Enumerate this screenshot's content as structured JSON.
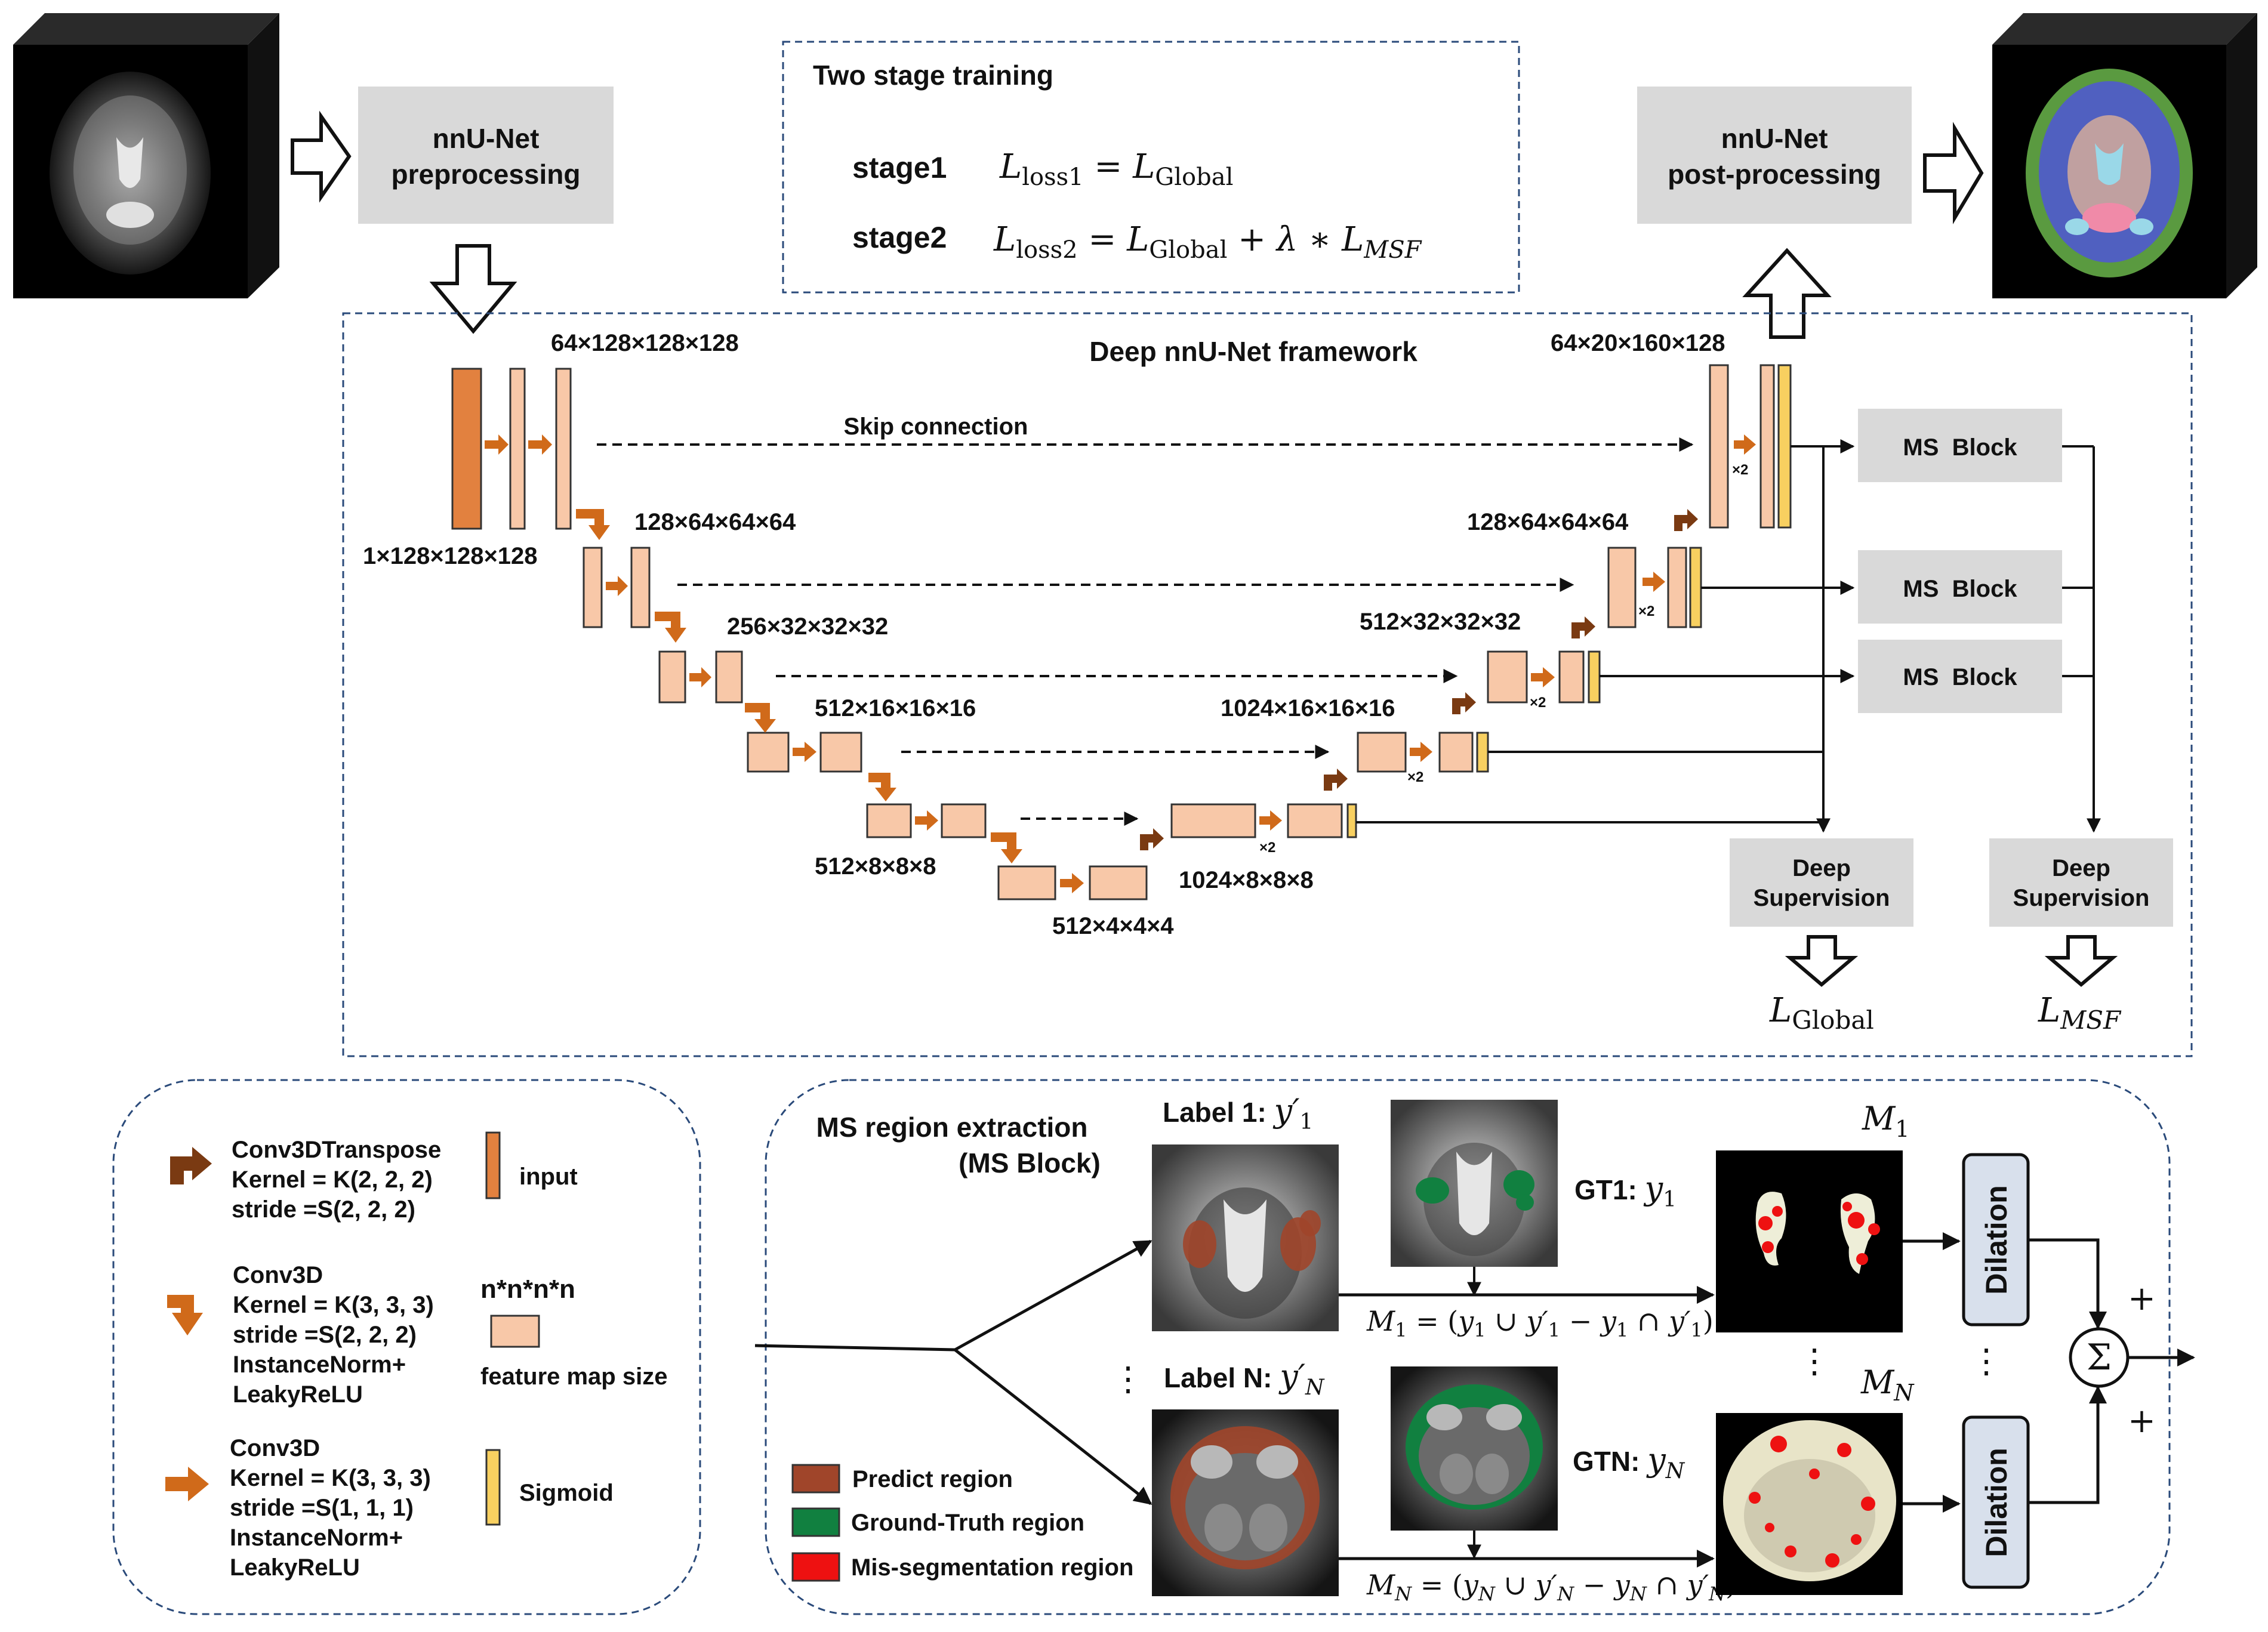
{
  "preprocessing": {
    "line1": "nnU-Net",
    "line2": "preprocessing"
  },
  "postprocessing": {
    "line1": "nnU-Net",
    "line2": "post-processing"
  },
  "training": {
    "title": "Two stage training",
    "stage1_label": "stage1",
    "stage2_label": "stage2",
    "stage1_eq": "L_loss1 = L_Global",
    "stage2_eq": "L_loss2 = L_Global + λ ∗ L_MSF"
  },
  "framework": {
    "title": "Deep nnU-Net framework",
    "skip_label": "Skip connection",
    "sizes": {
      "input": "1×128×128×128",
      "enc1": "64×128×128×128",
      "enc2": "128×64×64×64",
      "enc3": "256×32×32×32",
      "enc4": "512×16×16×16",
      "enc5": "512×8×8×8",
      "bottleneck": "512×4×4×4",
      "dec5": "1024×8×8×8",
      "dec4": "1024×16×16×16",
      "dec3": "512×32×32×32",
      "dec2": "128×64×64×64",
      "dec1": "64×20×160×128"
    },
    "x2": "×2",
    "ms_block": "MS  Block",
    "deep_supervision": {
      "line1": "Deep",
      "line2": "Supervision"
    },
    "loss_global": "L_Global",
    "loss_msf": "L_MSF"
  },
  "legend": {
    "transpose": [
      "Conv3DTranspose",
      "Kernel = K(2, 2, 2)",
      "stride =S(2, 2, 2)"
    ],
    "conv_down": [
      "Conv3D",
      "Kernel = K(3, 3, 3)",
      "stride =S(2, 2, 2)",
      "InstanceNorm+",
      "LeakyReLU"
    ],
    "conv_same": [
      "Conv3D",
      "Kernel = K(3, 3, 3)",
      "stride =S(1, 1, 1)",
      "InstanceNorm+",
      "LeakyReLU"
    ],
    "input": "input",
    "nnnn": "n*n*n*n",
    "feature_map": "feature map size",
    "sigmoid": "Sigmoid"
  },
  "ms_region": {
    "title_line1": "MS region extraction",
    "title_line2": "(MS Block)",
    "label1": "Label 1: y′₁",
    "labelN": "Label N: y′ₙ",
    "gt1": "GT1: y₁",
    "gtn": "GTN: yₙ",
    "m1": "M₁",
    "mn": "Mₙ",
    "m1_eq": "M₁  = (y₁ ∪ y′₁ − y₁ ∩ y′₁)",
    "mn_eq": "Mₙ  = (yₙ ∪ y′ₙ − yₙ ∩ y′ₙ)",
    "dilation": "Dilation",
    "plus": "+",
    "sum": "Σ",
    "vdots": "⋮",
    "legend": [
      {
        "label": "Predict region",
        "color": "#a0452a"
      },
      {
        "label": "Ground-Truth region",
        "color": "#118040"
      },
      {
        "label": "Mis-segmentation region",
        "color": "#ee1111"
      }
    ]
  },
  "colors": {
    "orange": "#e2813f",
    "feature": "#f8c8a8",
    "sigmoid": "#f8d060",
    "arrow": "#d06a1a",
    "arrow_dark": "#7a3a12",
    "gray_box": "#d9d9d9",
    "dash": "#2a4a7a"
  }
}
